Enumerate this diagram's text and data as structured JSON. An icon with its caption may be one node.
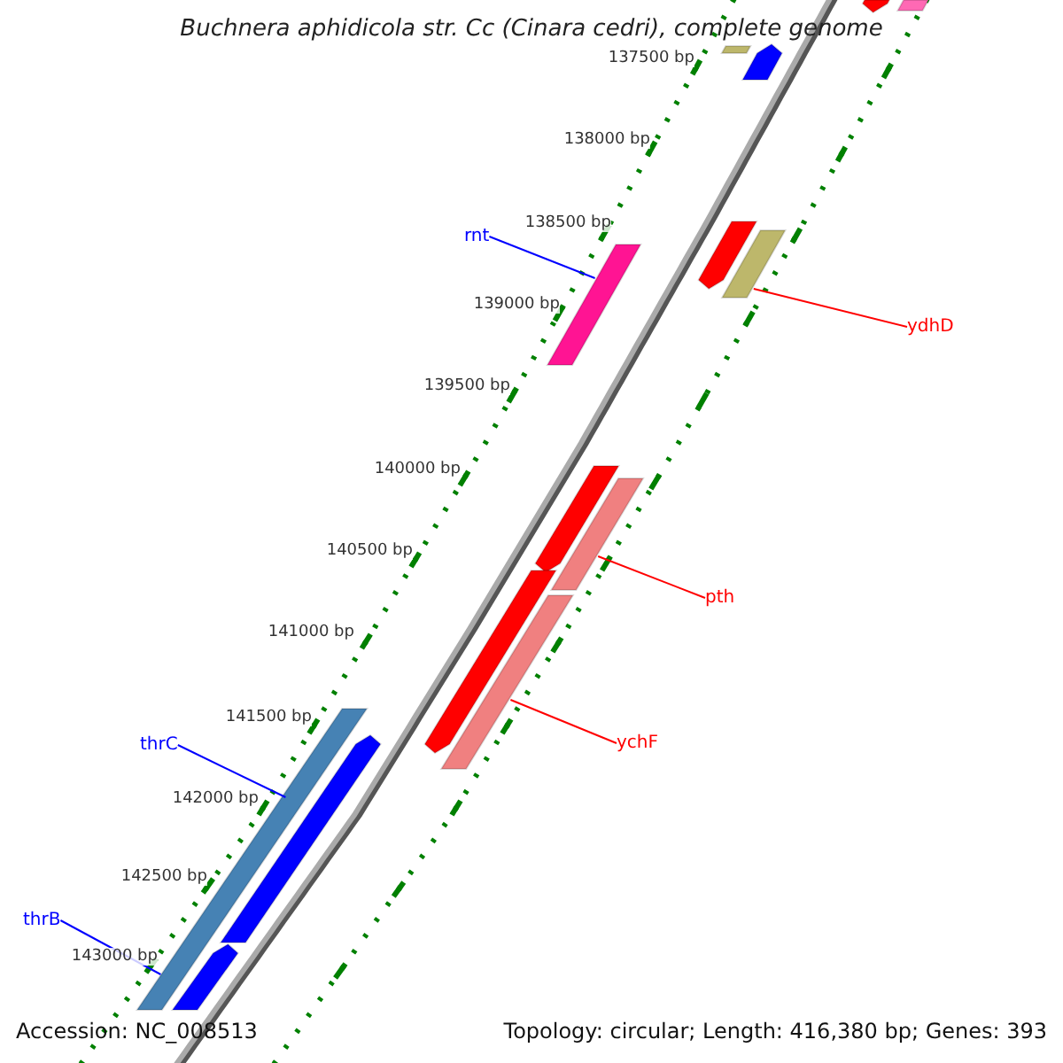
{
  "diagram": {
    "title": "Buchnera aphidicola str. Cc (Cinara cedri), complete genome",
    "nodes": [
      {
        "text": [],
        "shape": "bar"
      },
      {
        "text": [],
        "shape": "bar"
      },
      {
        "text": [],
        "shape": "bar"
      },
      {
        "text": [],
        "shape": "bar"
      },
      {
        "text": [
          "rnt"
        ]
      },
      {
        "text": [],
        "shape": "bar"
      },
      {
        "text": [],
        "shape": "bar"
      },
      {
        "text": [],
        "shape": "bar"
      },
      {
        "text": [
          "ydhD"
        ]
      },
      {
        "text": [],
        "shape": "bar"
      },
      {
        "text": [],
        "shape": "bar"
      },
      {
        "text": [
          "pth"
        ]
      },
      {
        "text": [],
        "shape": "bar"
      },
      {
        "text": [],
        "shape": "bar"
      },
      {
        "text": [
          "ychF"
        ]
      },
      {
        "text": [
          "thrC"
        ]
      },
      {
        "text": [],
        "shape": "bar"
      },
      {
        "text": [],
        "shape": "bar"
      },
      {
        "text": [],
        "shape": "bar"
      },
      {
        "text": [
          "thrB"
        ]
      }
    ],
    "edges": [
      {
        "from": 4,
        "to": 6,
        "arrow": "none",
        "color": "#0000ff"
      },
      {
        "from": 8,
        "to": 7,
        "arrow": "none",
        "color": "#ff0000"
      },
      {
        "from": 11,
        "to": 10,
        "arrow": "none",
        "color": "#ff0000"
      },
      {
        "from": 14,
        "to": 13,
        "arrow": "none",
        "color": "#ff0000"
      },
      {
        "from": 15,
        "to": 16,
        "arrow": "none",
        "color": "#0000ff"
      },
      {
        "from": 19,
        "to": 16,
        "arrow": "none",
        "color": "#0000ff"
      }
    ],
    "labels": [
      "137500 bp",
      "138000 bp",
      "138500 bp",
      "139000 bp",
      "139500 bp",
      "140000 bp",
      "140500 bp",
      "141000 bp",
      "141500 bp",
      "142000 bp",
      "142500 bp",
      "143000 bp",
      "Accession: NC_008513",
      "Topology: circular; Length: 416,380 bp; Genes: 393"
    ]
  }
}
